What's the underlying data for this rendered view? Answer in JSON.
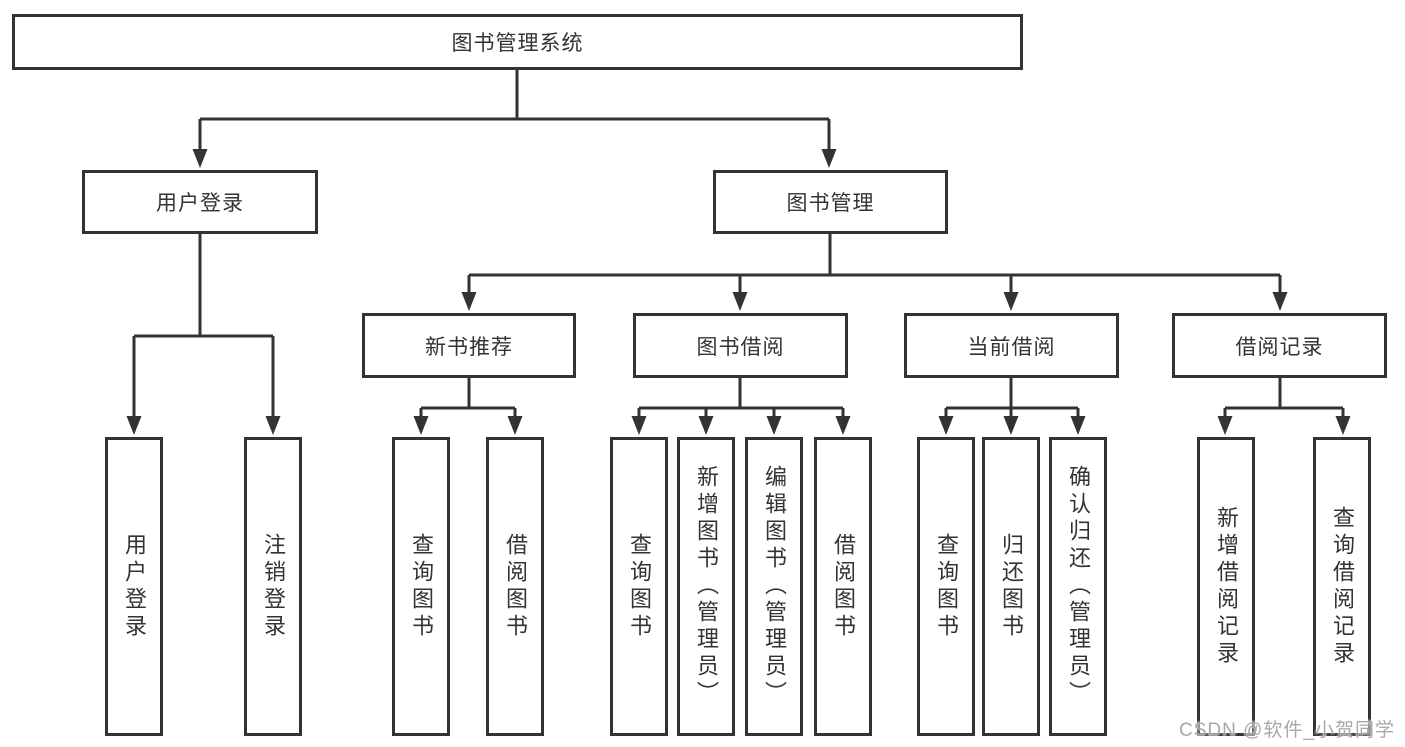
{
  "tree": {
    "root": "图书管理系统",
    "level2": [
      "用户登录",
      "图书管理"
    ],
    "level3": [
      "新书推荐",
      "图书借阅",
      "当前借阅",
      "借阅记录"
    ],
    "leaves": {
      "user_login": [
        "用户登录",
        "注销登录"
      ],
      "new_book_rec": [
        "查询图书",
        "借阅图书"
      ],
      "book_borrow": [
        "查询图书",
        "新增图书（管理员）",
        "编辑图书（管理员）",
        "借阅图书"
      ],
      "current_borrow": [
        "查询图书",
        "归还图书",
        "确认归还（管理员）"
      ],
      "borrow_record": [
        "新增借阅记录",
        "查询借阅记录"
      ]
    }
  },
  "watermark": "CSDN @软件_小贺同学",
  "colors": {
    "line": "#333333",
    "box_border": "#333333",
    "text": "#333333",
    "background": "#ffffff",
    "watermark": "#999999"
  }
}
